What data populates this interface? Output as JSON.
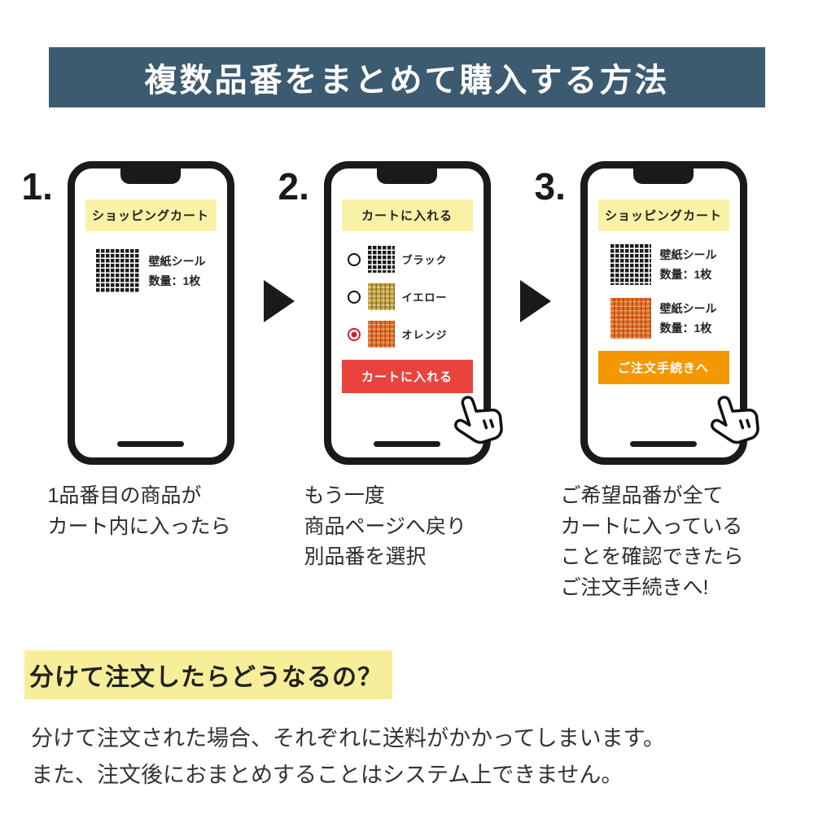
{
  "banner": {
    "title": "複数品番をまとめて購入する方法",
    "bg_color": "#3c5a70"
  },
  "steps": [
    {
      "number": "1.",
      "phone": {
        "header": "ショッピングカート",
        "items": [
          {
            "swatch": "black",
            "line1": "壁紙シール",
            "line2": "数量：1枚"
          }
        ]
      },
      "caption": [
        "1品番目の商品が",
        "カート内に入ったら"
      ]
    },
    {
      "number": "2.",
      "phone": {
        "header": "カートに入れる",
        "options": [
          {
            "swatch": "black",
            "label": "ブラック",
            "selected": false
          },
          {
            "swatch": "yellow",
            "label": "イエロー",
            "selected": false
          },
          {
            "swatch": "orange",
            "label": "オレンジ",
            "selected": true
          }
        ],
        "button": {
          "label": "カートに入れる",
          "color": "#e8443d"
        }
      },
      "caption": [
        "もう一度",
        "商品ページへ戻り",
        "別品番を選択"
      ]
    },
    {
      "number": "3.",
      "phone": {
        "header": "ショッピングカート",
        "items": [
          {
            "swatch": "black",
            "line1": "壁紙シール",
            "line2": "数量：1枚"
          },
          {
            "swatch": "orange",
            "line1": "壁紙シール",
            "line2": "数量：1枚"
          }
        ],
        "button": {
          "label": "ご注文手続きへ",
          "color": "#f39800"
        }
      },
      "caption": [
        "ご希望品番が全て",
        "カートに入っている",
        "ことを確認できたら",
        "ご注文手続きへ!"
      ]
    }
  ],
  "note": {
    "heading": "分けて注文したらどうなるの？",
    "highlight_color": "#f7ee9a",
    "body": [
      "分けて注文された場合、それぞれに送料がかかってしまいます。",
      "また、注文後におまとめすることはシステム上できません。"
    ]
  }
}
